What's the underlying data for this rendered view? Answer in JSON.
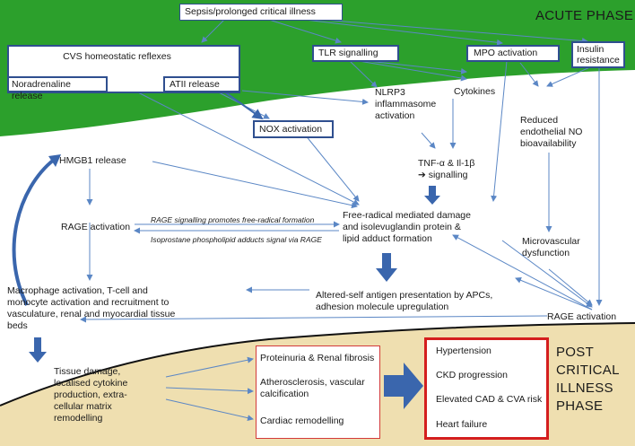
{
  "colors": {
    "acute_fill": "#2ca02c",
    "post_fill": "#efdfb0",
    "arrow": "#5b87c5",
    "thick_arrow": "#3a66ad",
    "box_border": "#2f4f8f",
    "red_border": "#d41e1e"
  },
  "phases": {
    "acute": "ACUTE PHASE",
    "post": [
      "POST",
      "CRITICAL",
      "ILLNESS",
      "PHASE"
    ]
  },
  "nodes": {
    "sepsis": "Sepsis/prolonged critical illness",
    "cvs": "CVS homeostatic reflexes",
    "noradrenaline": "Noradrenaline release",
    "atii": "ATII release",
    "tlr": "TLR signalling",
    "mpo": "MPO activation",
    "insulin": [
      "Insulin",
      "resistance"
    ],
    "nlrp3": [
      "NLRP3",
      "inflammasome",
      "activation"
    ],
    "cytokines": "Cytokines",
    "nox": "NOX activation",
    "reduced_no": [
      "Reduced",
      "endothelial NO",
      "bioavailability"
    ],
    "hmgb1": "HMGB1 release",
    "tnf": [
      "TNF-α & Il-1β",
      "➔ signalling"
    ],
    "rage_act_left": "RAGE activation",
    "rage_signal_note": "RAGE signalling promotes free-radical formation",
    "isoprostane_note": "Isoprostane phospholipid adducts signal via RAGE",
    "free_radical": [
      "Free-radical mediated damage",
      "and isolevuglandin protein &",
      "lipid adduct formation"
    ],
    "microvascular": [
      "Microvascular",
      "dysfunction"
    ],
    "macrophage": [
      "Macrophage activation, T-cell and",
      "monocyte activation and recruitment to",
      "vasculature, renal and myocardial tissue",
      "beds"
    ],
    "altered_self": [
      "Altered-self antigen presentation by APCs,",
      "adhesion molecule upregulation"
    ],
    "rage_act_right": "RAGE activation",
    "tissue_damage": [
      "Tissue damage,",
      "localised cytokine",
      "production, extra-",
      "cellular matrix",
      "remodelling"
    ]
  },
  "outcomes_mid": [
    "Proteinuria & Renal fibrosis",
    "Atherosclerosis, vascular calcification",
    "Cardiac remodelling"
  ],
  "outcomes_final": [
    "Hypertension",
    "CKD progression",
    "Elevated CAD & CVA risk",
    "Heart failure"
  ]
}
